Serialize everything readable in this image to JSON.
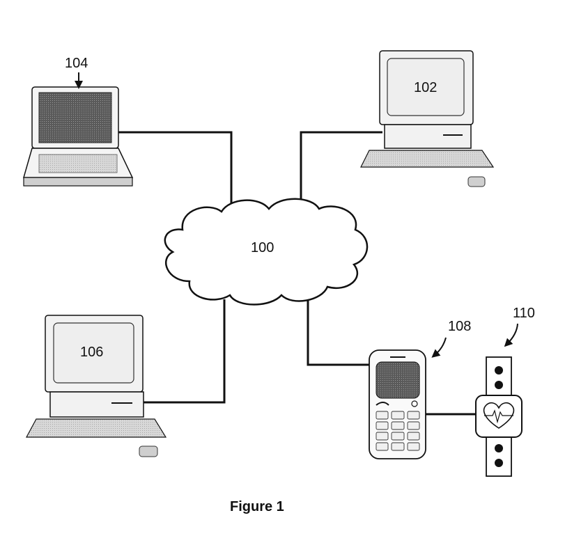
{
  "figure": {
    "caption": "Figure 1",
    "colors": {
      "line": "#111111",
      "screen_dark": "#555555",
      "screen_light": "#eeeeee",
      "shade": "#bdbdbd",
      "paper": "#ffffff"
    }
  },
  "network": {
    "label": "100",
    "icon": "cloud-icon"
  },
  "devices": {
    "desktop_top": {
      "label": "102",
      "icon": "desktop-computer-icon"
    },
    "laptop": {
      "label": "104",
      "icon": "laptop-icon"
    },
    "desktop_bottom": {
      "label": "106",
      "icon": "desktop-computer-icon"
    },
    "phone": {
      "label": "108",
      "icon": "mobile-phone-icon"
    },
    "watch": {
      "label": "110",
      "icon": "smartwatch-heart-icon"
    }
  }
}
